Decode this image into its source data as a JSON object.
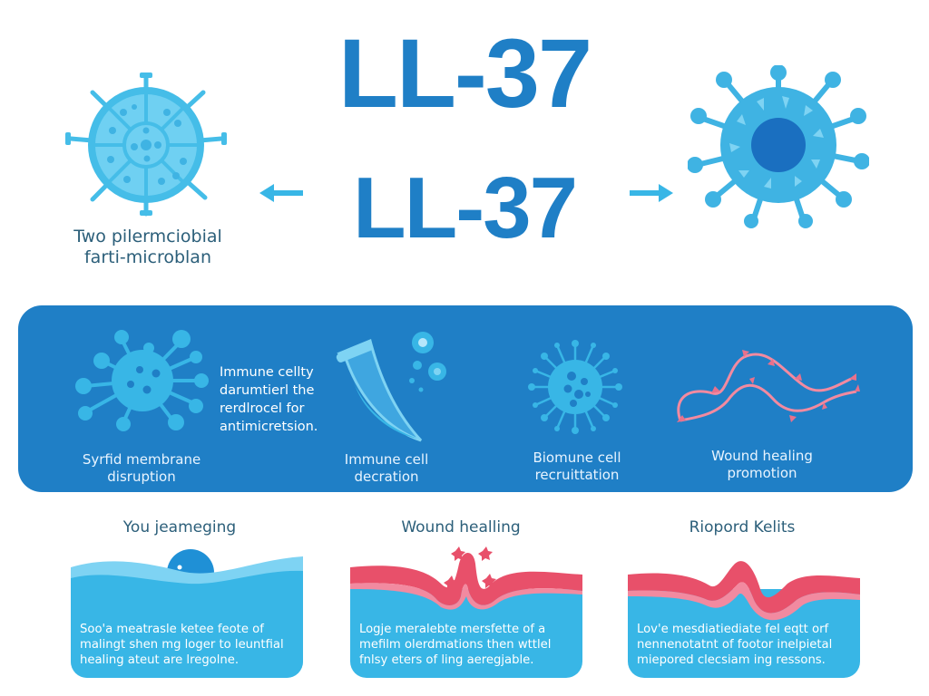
{
  "header": {
    "title_primary": "LL-37",
    "title_secondary": "LL-37"
  },
  "left_panel": {
    "icon": "cell-wheel-icon",
    "caption_line1": "Two pilermciobial",
    "caption_line2": "farti-microblan"
  },
  "right_panel": {
    "icon": "virus-icon"
  },
  "arrows": {
    "left": "arrow-left-icon",
    "right": "arrow-right-icon"
  },
  "mechanisms_band": {
    "background_color": "#1f7fc6",
    "description": {
      "line1": "Immune cellty",
      "line2": "darumtierl the",
      "line3": "rerdlrocel for",
      "line4": "antimicretsion."
    },
    "items": [
      {
        "icon": "bacteria-icon",
        "label_line1": "Syrfid membrane",
        "label_line2": "disruption"
      },
      {
        "icon": "test-tube-icon",
        "label_line1": "Immune cell",
        "label_line2": "decration"
      },
      {
        "icon": "virus-small-icon",
        "label_line1": "Biomune cell",
        "label_line2": "recruittation"
      },
      {
        "icon": "fiber-strand-icon",
        "label_line1": "Wound healing",
        "label_line2": "promotion"
      }
    ]
  },
  "cards": [
    {
      "title": "You jeameging",
      "icon": "water-bubble-icon",
      "text_line1": "Soo'a meatrasle ketee feote of",
      "text_line2": "malingt shen mg loger to leuntfial",
      "text_line3": "healing ateut are lregolne."
    },
    {
      "title": "Wound healling",
      "icon": "wound-closure-icon",
      "text_line1": "Logje meralebte mersfette of a",
      "text_line2": "mefilm olerdmations then wttlel",
      "text_line3": "fnlsy eters of ling aeregjable."
    },
    {
      "title": "Riopord Kelits",
      "icon": "tissue-fold-icon",
      "text_line1": "Lov'e mesdiatiediate fel eqtt orf",
      "text_line2": "nennenotatnt of footor inelpietal",
      "text_line3": "miepored clecsiam ing ressons."
    }
  ],
  "colors": {
    "title_blue": "#1f7fc6",
    "light_blue": "#38b6e6",
    "pale_blue": "#6fd0f2",
    "dark_blue_core": "#1a6fc0",
    "wound_red": "#e8506a",
    "wound_pink": "#f28aa0",
    "caption_text": "#2c5f7a"
  }
}
